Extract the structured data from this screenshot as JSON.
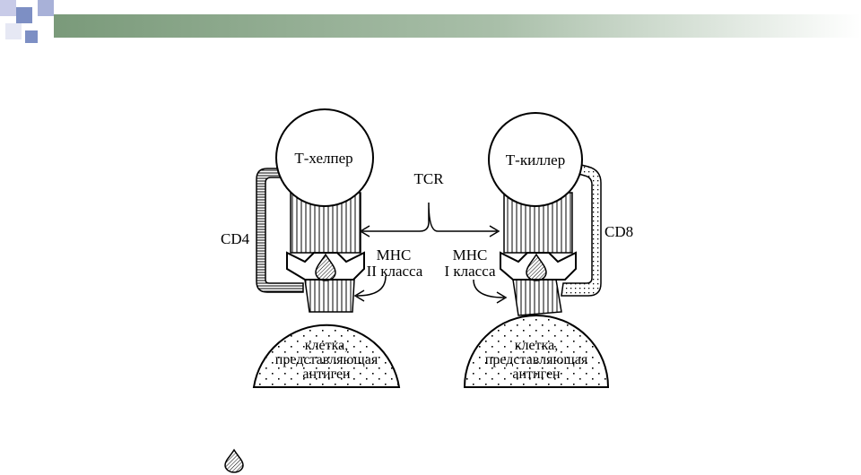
{
  "slide_header": {
    "accent_square_colors": [
      "#c8cbe8",
      "#7d8fc4",
      "#a8b1d8",
      "#e6e8f4"
    ],
    "gradient_colors": [
      "#7a9a7a",
      "#a9bfa9",
      "#e9efe9"
    ]
  },
  "diagram": {
    "tcr_label": "TCR",
    "left": {
      "cell_label": "Т-хелпер",
      "coreceptor_label": "CD4",
      "mhc_label_line1": "МНС",
      "mhc_label_line2": "II класса",
      "apc_label_line1": "клетка,",
      "apc_label_line2": "представляющая",
      "apc_label_line3": "антиген"
    },
    "right": {
      "cell_label": "Т-киллер",
      "coreceptor_label": "CD8",
      "mhc_label_line1": "МНС",
      "mhc_label_line2": "I класса",
      "apc_label_line1": "клетка,",
      "apc_label_line2": "представляющая",
      "apc_label_line3": "антиген"
    }
  }
}
